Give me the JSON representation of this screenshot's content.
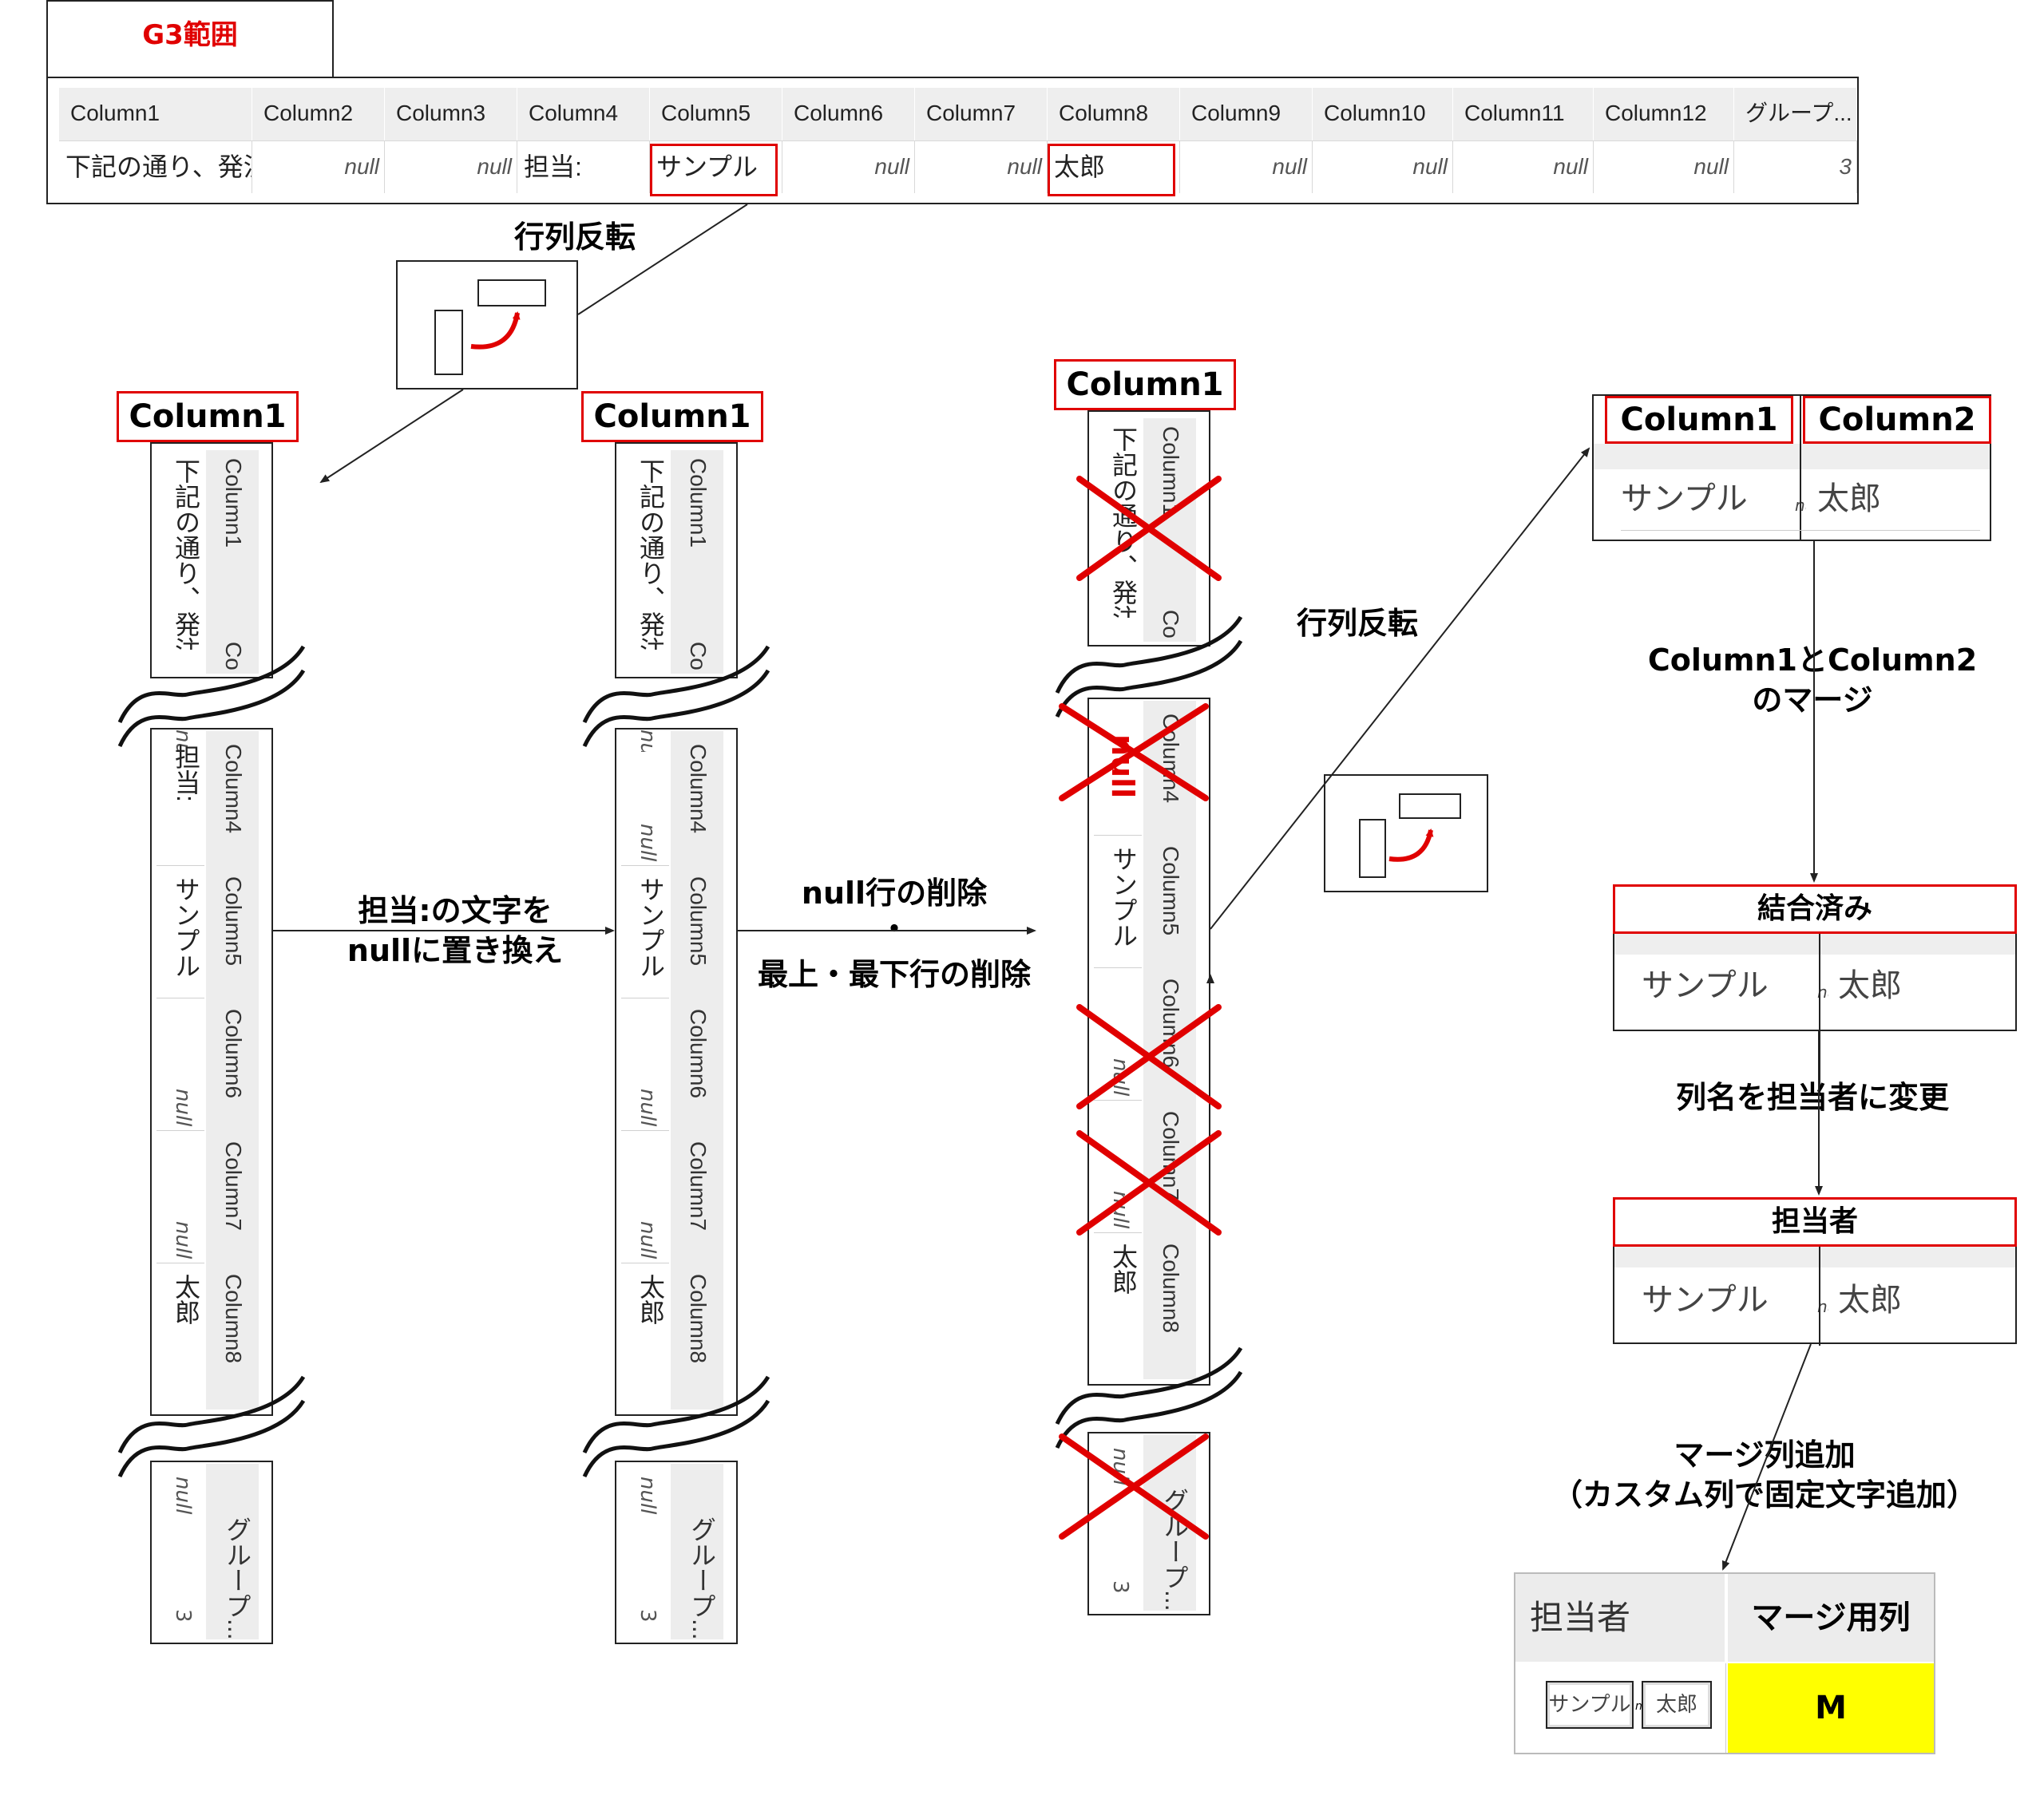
{
  "g3": {
    "title": "G3範囲",
    "headers": [
      "Column1",
      "Column2",
      "Column3",
      "Column4",
      "Column5",
      "Column6",
      "Column7",
      "Column8",
      "Column9",
      "Column10",
      "Column11",
      "Column12",
      "グループ..."
    ],
    "row": [
      "下記の通り、発注いたし",
      "null",
      "null",
      "担当:",
      "サンプル",
      "null",
      "null",
      "太郎",
      "null",
      "null",
      "null",
      "null",
      "3"
    ]
  },
  "labels": {
    "transpose1": "行列反転",
    "transpose2": "行列反転",
    "replace_line1": "担当:の文字を",
    "replace_line2": "nullに置き換え",
    "delete_line1": "null行の削除",
    "delete_dot": "・",
    "delete_line2": "最上・最下行の削除",
    "merge_line1": "Column1とColumn2",
    "merge_line2": "のマージ",
    "rename": "列名を担当者に変更",
    "addcol_line1": "マージ列追加",
    "addcol_line2": "（カスタム列で固定文字追加）"
  },
  "strip1": {
    "header": "Column1",
    "top_col": "Column1",
    "top_val": "下記の通り、発注いたし",
    "top_cut": "Co",
    "mid_cols": [
      "Column4",
      "Column5",
      "Column6",
      "Column7",
      "Column8"
    ],
    "mid_vals": [
      "担当:",
      "サンプル",
      "null",
      "null",
      "太郎"
    ],
    "mid_null_prefix": "null",
    "bot_val": "null",
    "bot_col": "グループ...",
    "bot_num": "3"
  },
  "strip2": {
    "header": "Column1",
    "top_col": "Column1",
    "top_val": "下記の通り、発注いたし",
    "top_cut": "Co",
    "mid_cols": [
      "Column4",
      "Column5",
      "Column6",
      "Column7",
      "Column8"
    ],
    "mid_vals": [
      "null",
      "サンプル",
      "null",
      "null",
      "太郎"
    ],
    "mid_null_prefix": "null",
    "bot_val": "null",
    "bot_col": "グループ...",
    "bot_num": "3"
  },
  "strip3": {
    "header": "Column1",
    "top_col": "Column1",
    "top_val": "下記の通り、発注いたし",
    "top_cut": "Co",
    "replaced": "null",
    "mid_cols": [
      "Column4",
      "Column5",
      "Column6",
      "Column7",
      "Column8"
    ],
    "mid_vals": [
      "",
      "サンプル",
      "null",
      "null",
      "太郎"
    ],
    "bot_val": "null",
    "bot_col": "グループ...",
    "bot_num": "3"
  },
  "result1": {
    "col1": "Column1",
    "col2": "Column2",
    "val1": "サンプル",
    "val2": "太郎",
    "sep": "null"
  },
  "result2": {
    "title": "結合済み",
    "val1": "サンプル",
    "val2": "太郎",
    "sep": "null"
  },
  "result3": {
    "title": "担当者",
    "val1": "サンプル",
    "val2": "太郎",
    "sep": "null"
  },
  "final": {
    "h1": "担当者",
    "h2": "マージ用列",
    "chip1": "サンプル",
    "chip2": "太郎",
    "chip_sep": "null",
    "value": "M"
  },
  "colors": {
    "red": "#e00000",
    "yellow": "#ffff00",
    "header_gray": "#eeeeee"
  }
}
